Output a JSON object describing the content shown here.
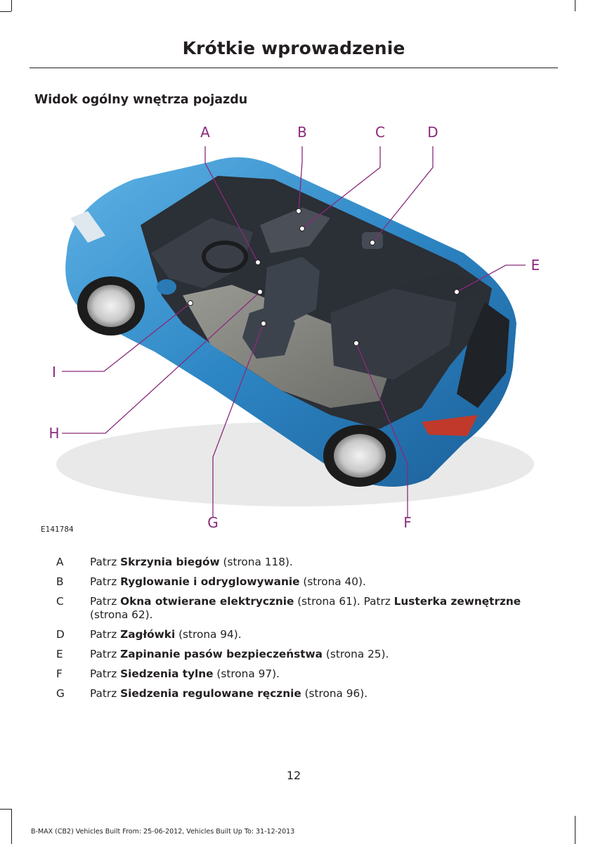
{
  "header": {
    "title": "Krótkie wprowadzenie"
  },
  "section": {
    "title": "Widok ogólny wnętrza pojazdu"
  },
  "figure": {
    "code": "E141784",
    "callouts": {
      "A": "A",
      "B": "B",
      "C": "C",
      "D": "D",
      "E": "E",
      "F": "F",
      "G": "G",
      "H": "H",
      "I": "I"
    },
    "colors": {
      "callout": "#8a2a7c",
      "body": "#2d86c4",
      "interior": "#2b2f36"
    }
  },
  "items": [
    {
      "letter": "A",
      "prefix": "Patrz",
      "bold": "Skrzynia biegów",
      "ref": "(strona 118)."
    },
    {
      "letter": "B",
      "prefix": "Patrz",
      "bold": "Ryglowanie i odryglowywanie",
      "ref": "(strona 40)."
    },
    {
      "letter": "C",
      "prefix": "Patrz",
      "bold": "Okna otwierane elektrycznie",
      "ref": "(strona 61).",
      "prefix2": "Patrz",
      "bold2": "Lusterka zewnętrzne",
      "ref2": "(strona 62)."
    },
    {
      "letter": "D",
      "prefix": "Patrz",
      "bold": "Zagłówki",
      "ref": "(strona 94)."
    },
    {
      "letter": "E",
      "prefix": "Patrz",
      "bold": "Zapinanie pasów bezpieczeństwa",
      "ref": "(strona 25)."
    },
    {
      "letter": "F",
      "prefix": "Patrz",
      "bold": "Siedzenia tylne",
      "ref": "(strona 97)."
    },
    {
      "letter": "G",
      "prefix": "Patrz",
      "bold": "Siedzenia regulowane ręcznie",
      "ref": "(strona 96)."
    }
  ],
  "page": {
    "number": "12"
  },
  "footer": {
    "text": "B-MAX (CB2) Vehicles Built From: 25-06-2012, Vehicles Built Up To: 31-12-2013"
  }
}
